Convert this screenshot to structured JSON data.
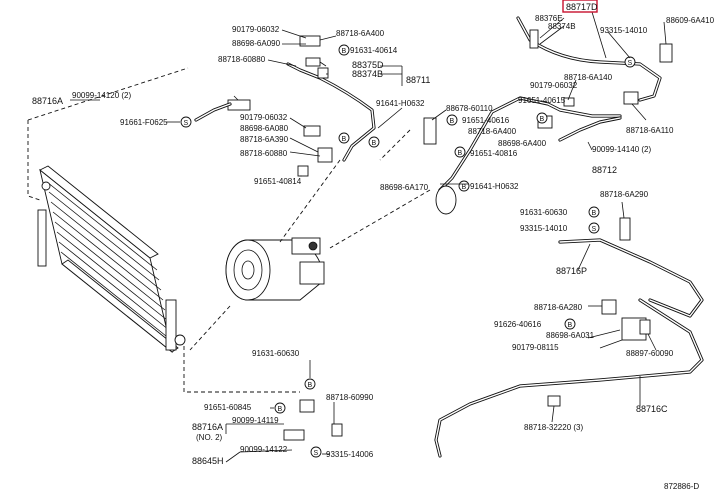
{
  "diagram": {
    "highlighted_part": "88717D",
    "footer_code": "872886-D",
    "labels": {
      "l_88717D": "88717D",
      "l_88376E": "88376E",
      "l_88374B_top": "88374B",
      "l_93315_14010_top": "93315-14010",
      "l_88609_6A410": "88609-6A410",
      "l_90179_06032_a": "90179-06032",
      "l_88718_6A400": "88718-6A400",
      "l_88698_6A090": "88698-6A090",
      "l_91631_40614": "91631-40614",
      "l_88718_60880": "88718-60880",
      "l_88375D": "88375D",
      "l_88374B_mid": "88374B",
      "l_88711": "88711",
      "l_88716A_left": "88716A",
      "l_90099_14120": "90099-14120 (2)",
      "l_91661_F0625": "91661-F0625",
      "l_91641_H0632_a": "91641-H0632",
      "l_90179_06032_b": "90179-06032",
      "l_88698_6A080": "88698-6A080",
      "l_88718_6A390": "88718-6A390",
      "l_88718_60880_b": "88718-60880",
      "l_91651_40814": "91651-40814",
      "l_88678_60110": "88678-60110",
      "l_91651_40615": "91651-40615",
      "l_91651_40616": "91651-40616",
      "l_88718_6A400_b": "88718-6A400",
      "l_88698_6A400": "88698-6A400",
      "l_91651_40816": "91651-40816",
      "l_88718_6A140": "88718-6A140",
      "l_88718_6A110": "88718-6A110",
      "l_90099_14140": "90099-14140 (2)",
      "l_88712": "88712",
      "l_88698_6A170": "88698-6A170",
      "l_91641_H0632_b": "91641-H0632",
      "l_90179_06032_c": "90179-06032",
      "l_88718_6A290": "88718-6A290",
      "l_91631_60630_r": "91631-60630",
      "l_93315_14010_r": "93315-14010",
      "l_88716P": "88716P",
      "l_88718_6A280": "88718-6A280",
      "l_91626_40616": "91626-40616",
      "l_88698_6A031": "88698-6A031",
      "l_90179_08115": "90179-08115",
      "l_88897_60090": "88897-60090",
      "l_88716C": "88716C",
      "l_88718_32220": "88718-32220 (3)",
      "l_91631_60630_b": "91631-60630",
      "l_91651_60845": "91651-60845",
      "l_88718_60990": "88718-60990",
      "l_88716A_b": "88716A",
      "l_no2": "(NO. 2)",
      "l_90099_14119": "90099-14119",
      "l_88645H": "88645H",
      "l_90099_14122": "90099-14122",
      "l_93315_14006": "93315-14006"
    }
  }
}
